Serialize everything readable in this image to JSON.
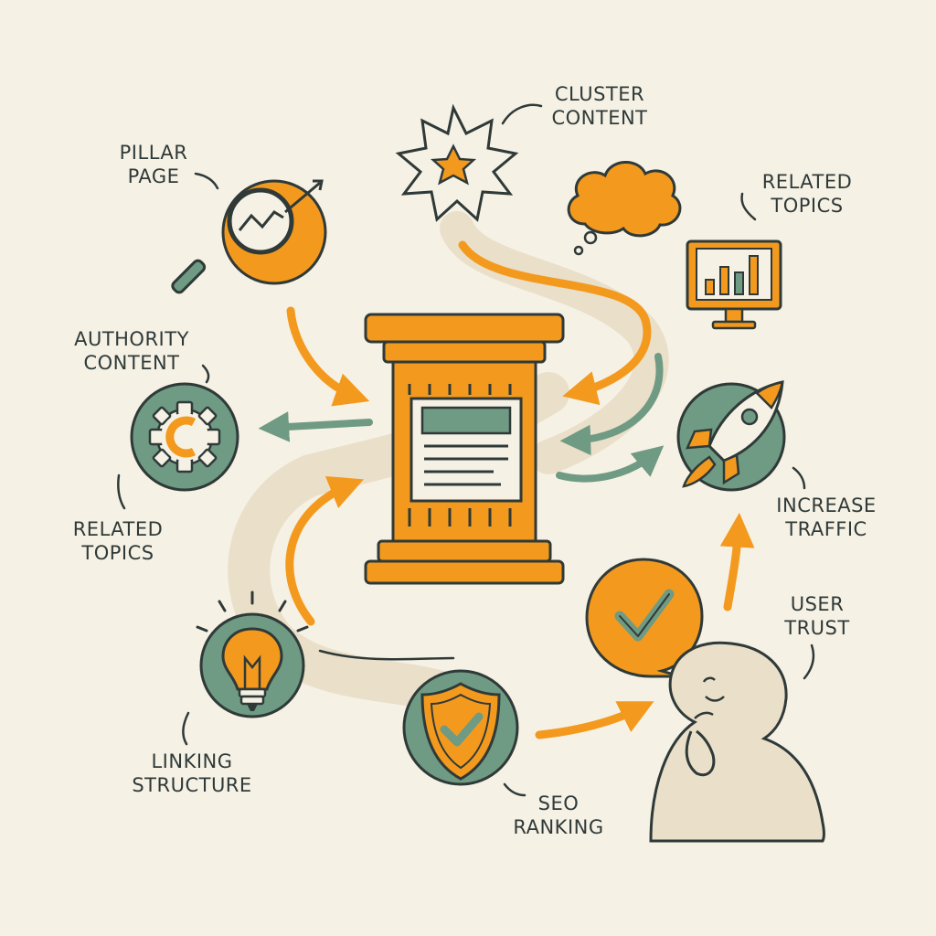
{
  "colors": {
    "background": "#f6f1e5",
    "orange": "#f39a1e",
    "green": "#6f9a83",
    "ink": "#2f3a38",
    "beige": "#eadfc9"
  },
  "labels": {
    "pillar_page": [
      "PILLAR",
      "PAGE"
    ],
    "cluster_content": [
      "CLUSTER",
      "CONTENT"
    ],
    "related_topics_top": [
      "RELATED",
      "TOPICS"
    ],
    "authority_content": [
      "AUTHORITY",
      "CONTENT"
    ],
    "related_topics_left": [
      "RELATED",
      "TOPICS"
    ],
    "increase_traffic": [
      "INCREASE",
      "TRAFFIC"
    ],
    "user_trust": [
      "USER",
      "TRUST"
    ],
    "linking_structure": [
      "LINKING",
      "STRUCTURE"
    ],
    "seo_ranking": [
      "SEO",
      "RANKING"
    ]
  },
  "icons": [
    "magnifier-chart-icon",
    "starburst-icon",
    "thought-cloud-icon",
    "monitor-bar-chart-icon",
    "gear-icon",
    "pillar-column-icon",
    "rocket-icon",
    "checkmark-speech-bubble-icon",
    "lightbulb-icon",
    "shield-check-icon",
    "thinking-person-icon"
  ]
}
